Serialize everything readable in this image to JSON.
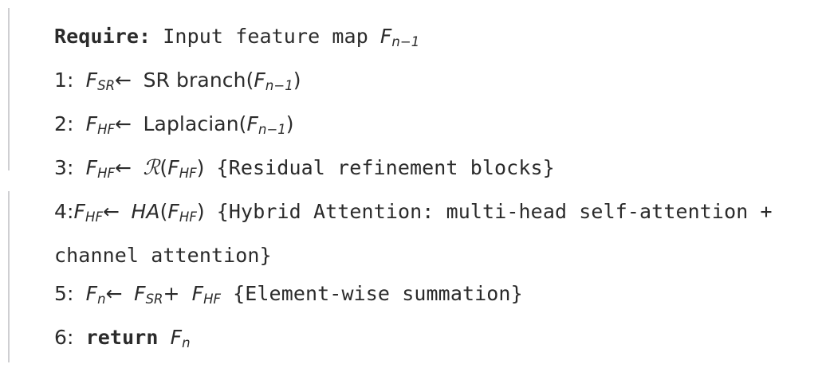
{
  "document": {
    "kind": "algorithm-pseudocode",
    "background_color": "#ffffff",
    "text_color": "#2b2b2b",
    "rule_color": "#cfcfd2"
  },
  "require": {
    "keyword": "Require:",
    "text": "Input feature map",
    "variable": "F",
    "subscript": "n−1"
  },
  "steps": [
    {
      "number": "1",
      "colon": ":",
      "lhs_var": "F",
      "lhs_sub": "SR",
      "arrow": "←",
      "call_name": "SR branch",
      "open_paren": "(",
      "arg_var": "F",
      "arg_sub": "n−1",
      "close_paren": ")",
      "comment": ""
    },
    {
      "number": "2",
      "colon": ":",
      "lhs_var": "F",
      "lhs_sub": "HF",
      "arrow": "←",
      "call_name": "Laplacian",
      "open_paren": "(",
      "arg_var": "F",
      "arg_sub": "n−1",
      "close_paren": ")",
      "comment": ""
    },
    {
      "number": "3",
      "colon": ":",
      "lhs_var": "F",
      "lhs_sub": "HF",
      "arrow": "←",
      "call_name": "ℛ",
      "open_paren": "(",
      "arg_var": "F",
      "arg_sub": "HF",
      "close_paren": ")",
      "comment": "{Residual refinement blocks}"
    },
    {
      "number": "4",
      "colon": ":",
      "lhs_var": "F",
      "lhs_sub": "HF",
      "arrow": "←",
      "call_name": "HA",
      "open_paren": "(",
      "arg_var": "F",
      "arg_sub": "HF",
      "close_paren": ")",
      "comment": "{Hybrid Attention: multi-head self-attention + channel attention}"
    },
    {
      "number": "5",
      "colon": ":",
      "lhs_var": "F",
      "lhs_sub": "n",
      "arrow": "←",
      "rhs_var1": "F",
      "rhs_sub1": "SR",
      "plus": "+",
      "rhs_var2": "F",
      "rhs_sub2": "HF",
      "comment": "{Element-wise summation}"
    },
    {
      "number": "6",
      "colon": ":",
      "keyword": "return",
      "ret_var": "F",
      "ret_sub": "n"
    }
  ]
}
